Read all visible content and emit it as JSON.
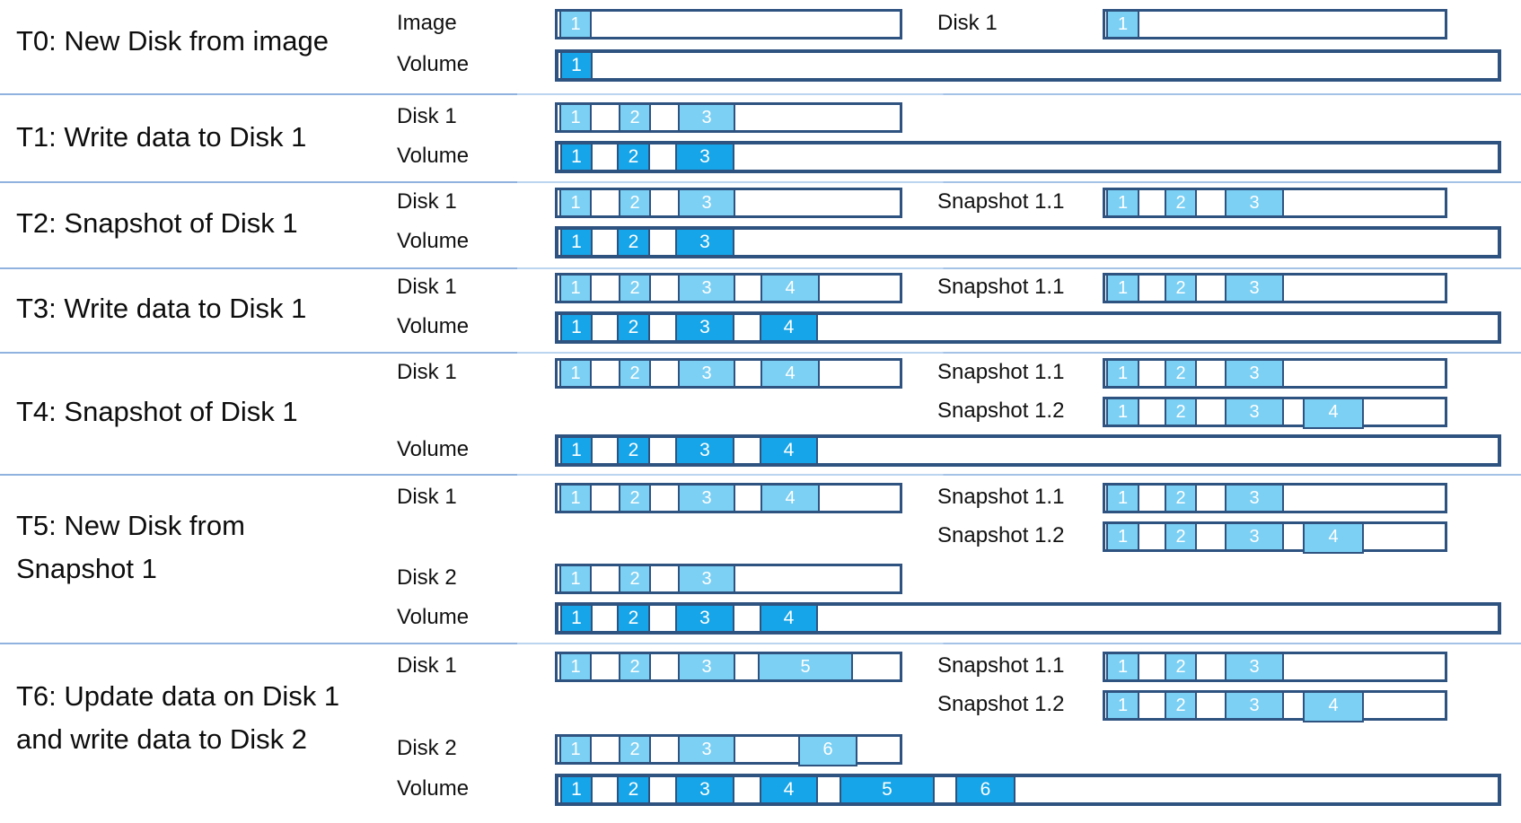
{
  "colors": {
    "light_block": "#7CD0F4",
    "dark_block": "#16A5E8",
    "bar_border": "#2F5380",
    "separator_line": "#A3C2E6",
    "block_number_text": "#ffffff",
    "label_text": "#111111"
  },
  "sections": [
    {
      "id": "T0",
      "title_lines": [
        "T0: New Disk from image"
      ],
      "rows": [
        {
          "label": "Image",
          "bar": {
            "kind": "short",
            "tone": "light",
            "blocks": [
              "1"
            ]
          },
          "right": {
            "label": "Disk 1",
            "bar": {
              "blocks": [
                "1"
              ]
            }
          }
        },
        {
          "label": "Volume",
          "bar": {
            "kind": "long",
            "tone": "dark",
            "blocks": [
              "1"
            ]
          }
        }
      ]
    },
    {
      "id": "T1",
      "title_lines": [
        "T1: Write data to Disk 1"
      ],
      "rows": [
        {
          "label": "Disk 1",
          "bar": {
            "kind": "short",
            "tone": "light",
            "blocks": [
              "1",
              "2",
              "3"
            ]
          }
        },
        {
          "label": "Volume",
          "bar": {
            "kind": "long",
            "tone": "dark",
            "blocks": [
              "1",
              "2",
              "3"
            ]
          }
        }
      ]
    },
    {
      "id": "T2",
      "title_lines": [
        "T2: Snapshot of Disk 1"
      ],
      "rows": [
        {
          "label": "Disk 1",
          "bar": {
            "kind": "short",
            "tone": "light",
            "blocks": [
              "1",
              "2",
              "3"
            ]
          },
          "right": {
            "label": "Snapshot 1.1",
            "bar": {
              "blocks": [
                "1",
                "2",
                "3"
              ]
            }
          }
        },
        {
          "label": "Volume",
          "bar": {
            "kind": "long",
            "tone": "dark",
            "blocks": [
              "1",
              "2",
              "3"
            ]
          }
        }
      ]
    },
    {
      "id": "T3",
      "title_lines": [
        "T3: Write data to Disk 1"
      ],
      "rows": [
        {
          "label": "Disk 1",
          "bar": {
            "kind": "short",
            "tone": "light",
            "blocks": [
              "1",
              "2",
              "3",
              "4"
            ]
          },
          "right": {
            "label": "Snapshot 1.1",
            "bar": {
              "blocks": [
                "1",
                "2",
                "3"
              ]
            }
          }
        },
        {
          "label": "Volume",
          "bar": {
            "kind": "long",
            "tone": "dark",
            "blocks": [
              "1",
              "2",
              "3",
              "4"
            ]
          }
        }
      ]
    },
    {
      "id": "T4",
      "title_lines": [
        "T4: Snapshot of Disk 1"
      ],
      "rows": [
        {
          "label": "Disk 1",
          "bar": {
            "kind": "short",
            "tone": "light",
            "blocks": [
              "1",
              "2",
              "3",
              "4"
            ]
          },
          "right": {
            "label": "Snapshot 1.1",
            "bar": {
              "blocks": [
                "1",
                "2",
                "3"
              ]
            }
          }
        },
        {
          "right": {
            "label": "Snapshot 1.2",
            "bar": {
              "blocks": [
                "1",
                "2",
                "3",
                "4"
              ]
            }
          }
        },
        {
          "label": "Volume",
          "bar": {
            "kind": "long",
            "tone": "dark",
            "blocks": [
              "1",
              "2",
              "3",
              "4"
            ]
          }
        }
      ]
    },
    {
      "id": "T5",
      "title_lines": [
        "T5: New Disk from",
        "Snapshot 1"
      ],
      "rows": [
        {
          "label": "Disk 1",
          "bar": {
            "kind": "short",
            "tone": "light",
            "blocks": [
              "1",
              "2",
              "3",
              "4"
            ]
          },
          "right": {
            "label": "Snapshot 1.1",
            "bar": {
              "blocks": [
                "1",
                "2",
                "3"
              ]
            }
          }
        },
        {
          "right": {
            "label": "Snapshot 1.2",
            "bar": {
              "blocks": [
                "1",
                "2",
                "3",
                "4"
              ]
            }
          }
        },
        {
          "label": "Disk 2",
          "bar": {
            "kind": "short",
            "tone": "light",
            "blocks": [
              "1",
              "2",
              "3"
            ]
          }
        },
        {
          "label": "Volume",
          "bar": {
            "kind": "long",
            "tone": "dark",
            "blocks": [
              "1",
              "2",
              "3",
              "4"
            ]
          }
        }
      ]
    },
    {
      "id": "T6",
      "title_lines": [
        "T6: Update data on Disk 1",
        "and write data to Disk 2"
      ],
      "rows": [
        {
          "label": "Disk 1",
          "bar": {
            "kind": "short",
            "tone": "light",
            "blocks": [
              "1",
              "2",
              "3",
              "5"
            ]
          },
          "right": {
            "label": "Snapshot 1.1",
            "bar": {
              "blocks": [
                "1",
                "2",
                "3"
              ]
            }
          }
        },
        {
          "right": {
            "label": "Snapshot 1.2",
            "bar": {
              "blocks": [
                "1",
                "2",
                "3",
                "4"
              ]
            }
          }
        },
        {
          "label": "Disk 2",
          "bar": {
            "kind": "short",
            "tone": "light",
            "blocks": [
              "1",
              "2",
              "3",
              "6"
            ]
          }
        },
        {
          "label": "Volume",
          "bar": {
            "kind": "long",
            "tone": "dark",
            "blocks": [
              "1",
              "2",
              "3",
              "4",
              "5",
              "6"
            ]
          }
        }
      ]
    }
  ]
}
